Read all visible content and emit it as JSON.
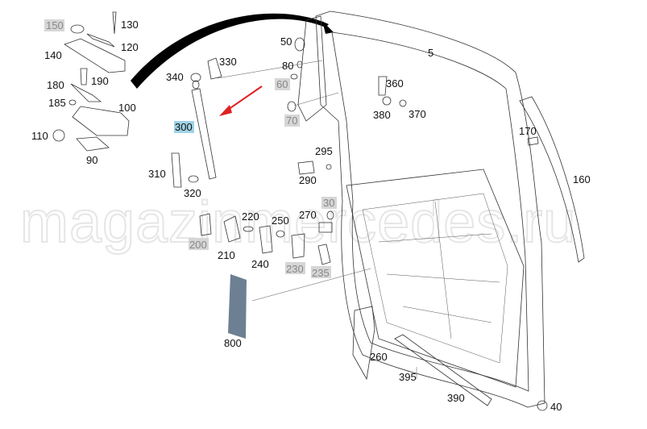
{
  "diagram": {
    "title": "Tailgate parts diagram",
    "watermark": "magazinmercedes.ru",
    "highlight_color": "#9fd3e6",
    "secondary_label_color": "#d6d6d6",
    "arrow_color": "#e02020",
    "labels": {
      "p150": "150",
      "p130": "130",
      "p120": "120",
      "p140": "140",
      "p190": "190",
      "p180": "180",
      "p185": "185",
      "p100": "100",
      "p110": "110",
      "p90": "90",
      "p340": "340",
      "p330": "330",
      "p300": "300",
      "p310": "310",
      "p320": "320",
      "p50": "50",
      "p80": "80",
      "p60": "60",
      "p70": "70",
      "p5": "5",
      "p360": "360",
      "p380": "380",
      "p370": "370",
      "p170": "170",
      "p160": "160",
      "p295": "295",
      "p290": "290",
      "p30": "30",
      "p270": "270",
      "p220": "220",
      "p250": "250",
      "p200": "200",
      "p210": "210",
      "p240": "240",
      "p230": "230",
      "p235": "235",
      "p800": "800",
      "p260": "260",
      "p395": "395",
      "p390": "390",
      "p40": "40"
    },
    "highlighted_part": "300",
    "secondary_parts": [
      "150",
      "60",
      "70",
      "30",
      "200",
      "230",
      "235"
    ]
  }
}
